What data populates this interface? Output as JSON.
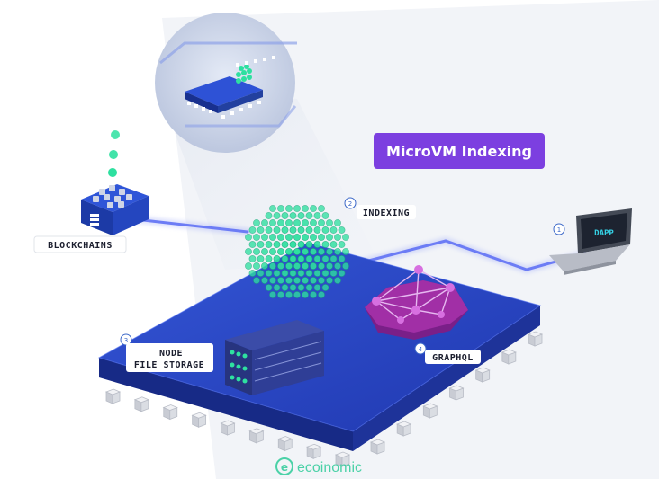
{
  "title": "MicroVM Indexing",
  "labels": {
    "blockchains": "BLOCKCHAINS",
    "indexing": "INDEXING",
    "node_line1": "NODE",
    "node_line2": "FILE STORAGE",
    "graphql": "GRAPHQL",
    "dapp": "DAPP"
  },
  "step_numbers": {
    "dapp": "1",
    "indexing": "2",
    "node": "3",
    "graphql": "4"
  },
  "watermark": "ecoinomic",
  "colors": {
    "board_top": "#2a48c8",
    "board_side": "#1a2c8a",
    "title_bg": "#7c3fe0",
    "cube_green": "#2ee0a0",
    "graph_purple": "#a12fa6",
    "wire_blue": "#6c7cf5",
    "watermark_green": "#2ecc9a"
  },
  "icons": {
    "blockchain_logo": "stacked-bars-icon",
    "watermark_logo": "e-coin-icon"
  }
}
